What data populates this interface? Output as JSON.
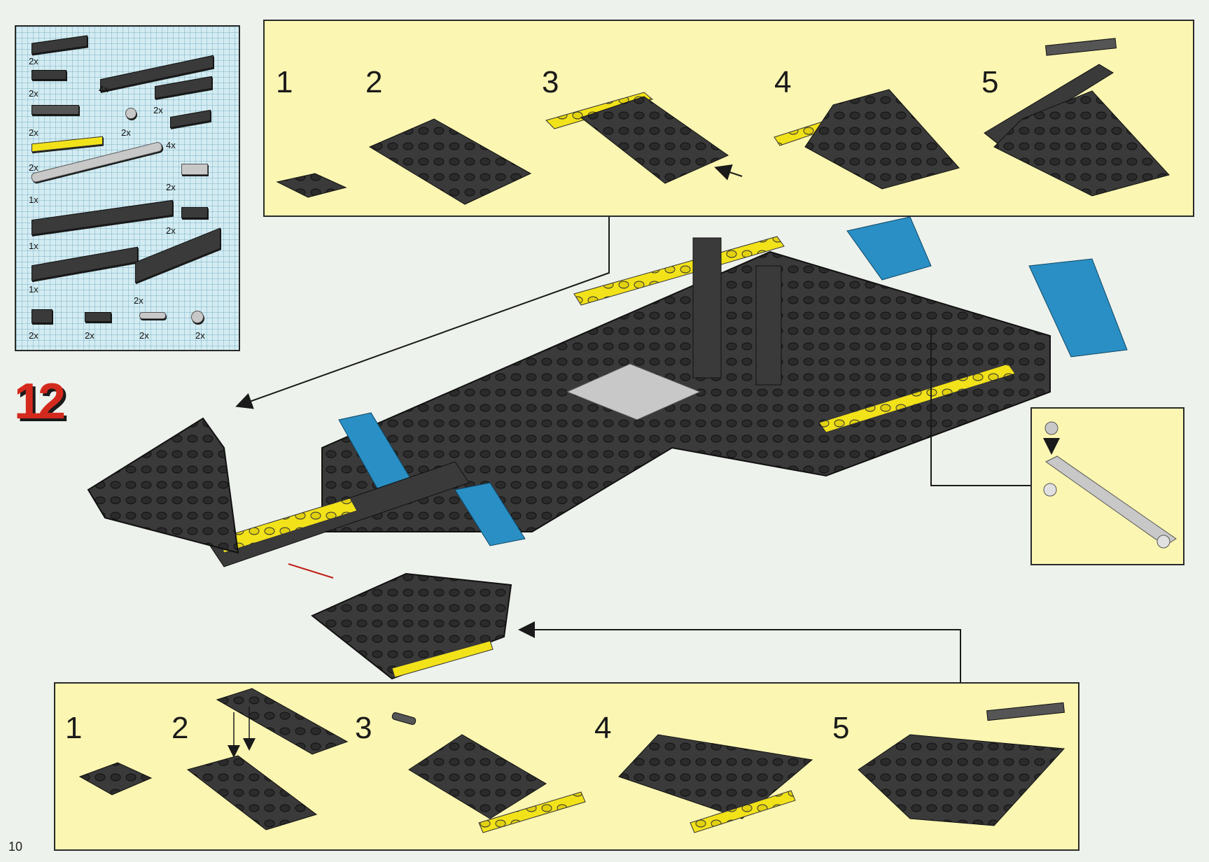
{
  "page_number": "10",
  "step_number": "12",
  "inventory": {
    "quantities": [
      "2x",
      "2x",
      "4x",
      "2x",
      "2x",
      "2x",
      "4x",
      "2x",
      "2x",
      "1x",
      "2x",
      "1x",
      "1x",
      "2x",
      "2x",
      "2x",
      "2x",
      "2x"
    ]
  },
  "top_substeps": [
    "1",
    "2",
    "3",
    "4",
    "5"
  ],
  "bottom_substeps": [
    "1",
    "2",
    "3",
    "4",
    "5"
  ],
  "colors": {
    "panel_background": "#fbf6b2",
    "inventory_background": "#d3ecf2",
    "brick_black": "#3a3a3a",
    "brick_yellow": "#f2e21a",
    "brick_blue": "#2a8fc4",
    "brick_grey": "#c8c8c8",
    "step_badge_red": "#d42a1e"
  }
}
